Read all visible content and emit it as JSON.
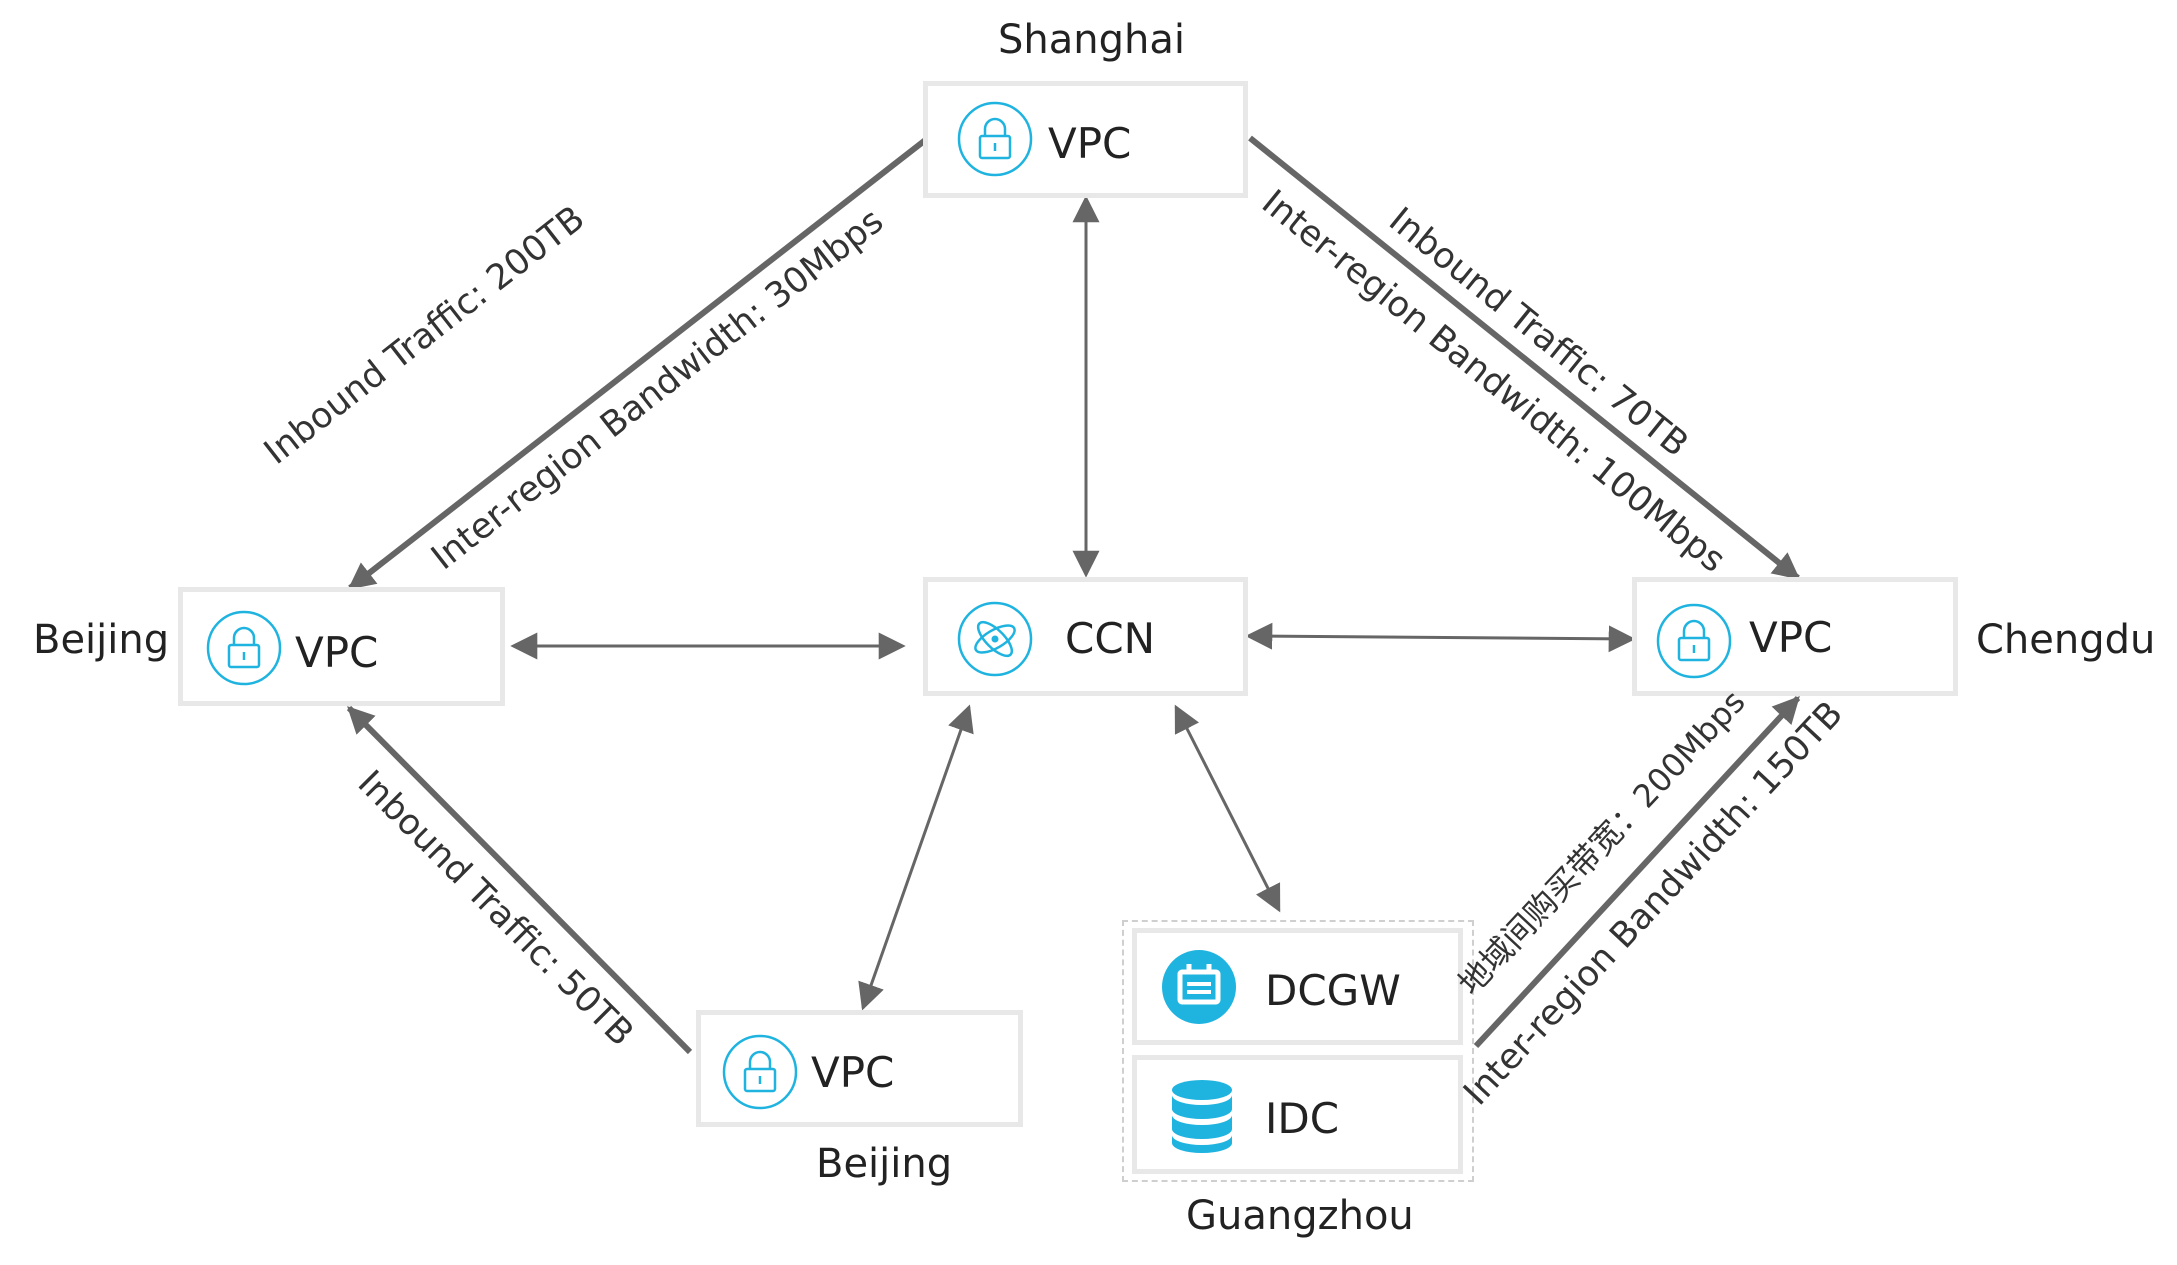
{
  "regions": {
    "shanghai": "Shanghai",
    "beijing_west": "Beijing",
    "chengdu": "Chengdu",
    "beijing_south": "Beijing",
    "guangzhou": "Guangzhou"
  },
  "nodes": {
    "vpc_shanghai": {
      "label": "VPC",
      "icon": "lock-icon"
    },
    "vpc_beijing_west": {
      "label": "VPC",
      "icon": "lock-icon"
    },
    "ccn": {
      "label": "CCN",
      "icon": "atom-icon"
    },
    "vpc_chengdu": {
      "label": "VPC",
      "icon": "lock-icon"
    },
    "vpc_beijing_south": {
      "label": "VPC",
      "icon": "lock-icon"
    },
    "dcgw": {
      "label": "DCGW",
      "icon": "gateway-icon"
    },
    "idc": {
      "label": "IDC",
      "icon": "database-icon"
    }
  },
  "edge_labels": {
    "sh_bj_inbound": "Inbound Traffic: 200TB",
    "sh_bj_bandwidth": "Inter-region Bandwidth: 30Mbps",
    "sh_cd_inbound": "Inbound Traffic: 70TB",
    "sh_cd_bandwidth": "Inter-region Bandwidth: 100Mbps",
    "bjs_bjw_inbound": "Inbound Traffic: 50TB",
    "gz_cd_purchase": "地域间购买带宽：200Mbps",
    "gz_cd_bandwidth": "Inter-region Bandwidth: 150TB"
  },
  "colors": {
    "icon_blue": "#1fb3df",
    "edge_gray": "#666666",
    "node_border": "#e8e8e8"
  }
}
